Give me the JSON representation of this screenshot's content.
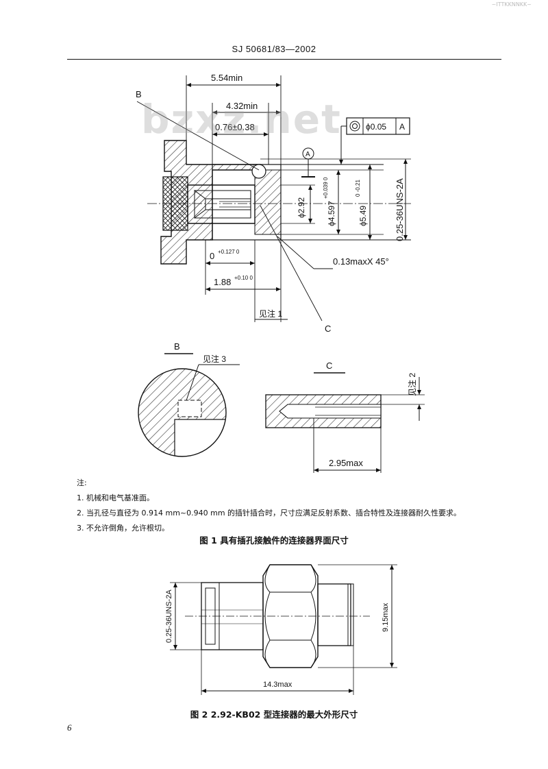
{
  "header": {
    "doc_number": "SJ 50681/83—2002",
    "corner_mark": "~ITTKKNNKK~"
  },
  "watermark": "bzxz.net",
  "figure1": {
    "dims": {
      "d554": "5.54min",
      "d432": "4.32min",
      "d076": "0.76±0.38",
      "datum": "A",
      "tol_value": "ϕ0.05",
      "tol_datum": "A",
      "d292": "ϕ2.92",
      "d4597": "ϕ4.597",
      "d4597_tol": "+0.039 0",
      "d549": "ϕ5.49",
      "d549_tol": "0 -0.21",
      "thread": "0.25-36UNS-2A",
      "d0": "0",
      "d0_tol": "+0.127 0",
      "chamfer": "0.13maxX 45°",
      "d188": "1.88",
      "d188_tol": "+0.10 0",
      "note1_ref": "见注 1",
      "label_b": "B",
      "label_c": "C"
    },
    "detail_b": {
      "title": "B",
      "note_ref": "见注 3"
    },
    "detail_c": {
      "title": "C",
      "note_ref": "见注 2",
      "dim": "2.95max"
    },
    "notes": {
      "heading": "注:",
      "items": [
        "1. 机械和电气基准面。",
        "2. 当孔径与直径为 0.914 mm~0.940 mm 的插针插合时，尺寸应满足反射系数、插合特性及连接器耐久性要求。",
        "3. 不允许倒角，允许根切。"
      ]
    },
    "caption": "图 1   具有插孔接触件的连接器界面尺寸"
  },
  "figure2": {
    "thread": "0.25-36UNS-2A",
    "width": "9.15max",
    "length": "14.3max",
    "caption": "图 2   2.92-KB02 型连接器的最大外形尺寸"
  },
  "page_number": "6"
}
